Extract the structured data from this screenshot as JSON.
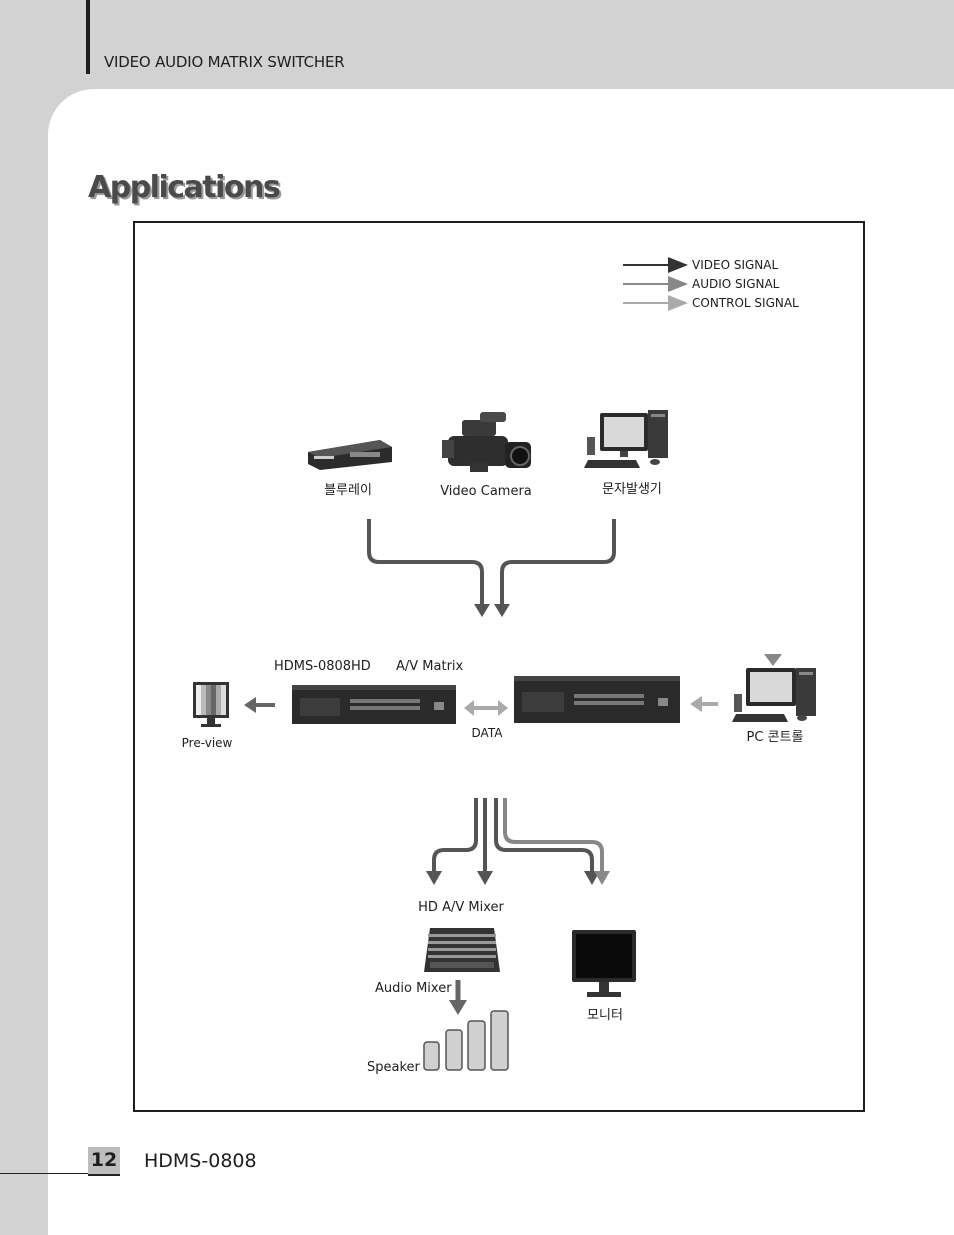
{
  "header": {
    "title": "VIDEO AUDIO MATRIX SWITCHER"
  },
  "section": {
    "title": "Applications"
  },
  "legend": {
    "video": "VIDEO SIGNAL",
    "audio": "AUDIO SIGNAL",
    "control": "CONTROL SIGNAL"
  },
  "sources": {
    "bluray": "블루레이",
    "camera": "Video Camera",
    "char_gen": "문자발생기"
  },
  "matrix": {
    "model": "HDMS-0808",
    "hd": "HD",
    "type": "A/V Matrix",
    "data_link": "DATA"
  },
  "side": {
    "preview": "Pre-view",
    "pc": "PC 콘트롤"
  },
  "outputs": {
    "hd_mixer": "HD A/V Mixer",
    "audio_mixer": "Audio Mixer",
    "speaker": "Speaker",
    "monitor": "모니터"
  },
  "footer": {
    "page_number": "12",
    "model": "HDMS-0808"
  }
}
